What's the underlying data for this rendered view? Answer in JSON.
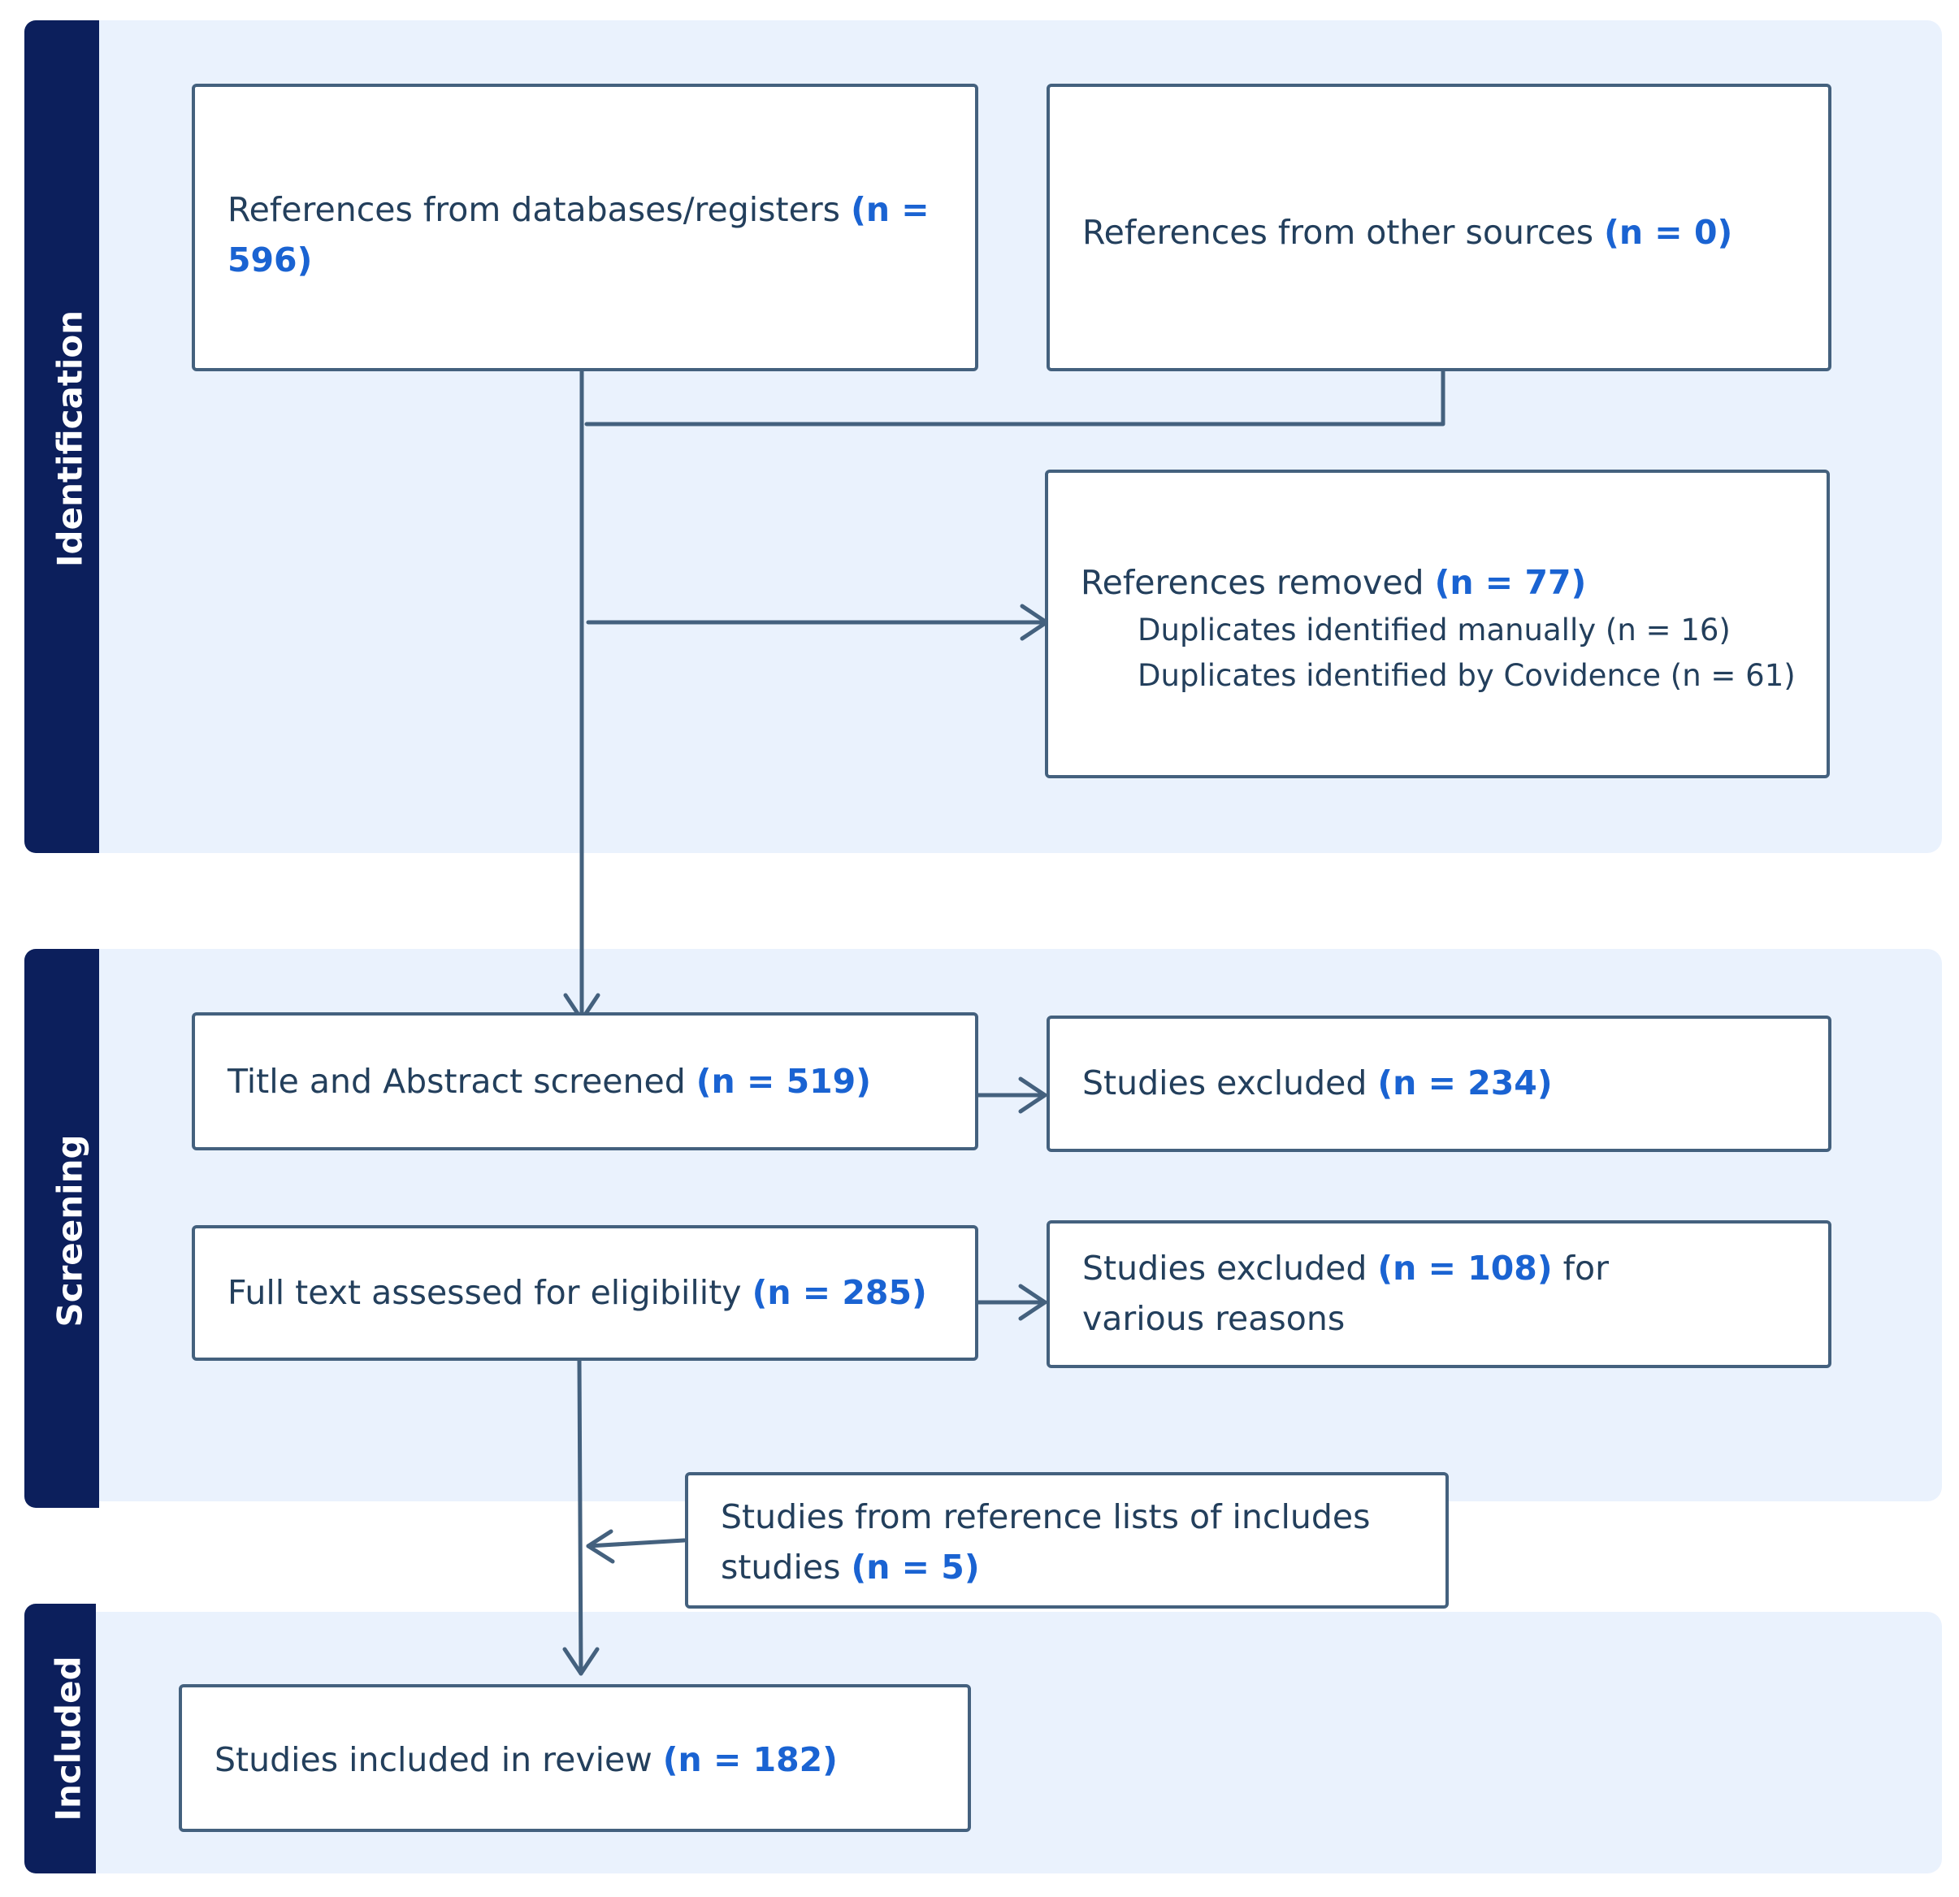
{
  "phases": {
    "identification": "Identification",
    "screening": "Screening",
    "included": "Included"
  },
  "boxes": {
    "databases": {
      "text": "References from databases/registers ",
      "count": "(n = 596)"
    },
    "other_sources": {
      "text": "References from other sources ",
      "count": "(n = 0)"
    },
    "removed": {
      "text": "References removed ",
      "count": "(n = 77)",
      "details": [
        "Duplicates identified manually (n = 16)",
        "Duplicates identified by Covidence (n = 61)"
      ]
    },
    "title_abstract": {
      "text": "Title and Abstract screened ",
      "count": "(n = 519)"
    },
    "excluded_1": {
      "text": "Studies excluded ",
      "count": "(n = 234)"
    },
    "full_text": {
      "text": "Full text assessed for eligibility ",
      "count": "(n = 285)"
    },
    "excluded_2": {
      "text": "Studies excluded ",
      "count": "(n = 108)",
      "suffix": " for various reasons"
    },
    "reference_lists": {
      "text": "Studies from reference lists of includes studies ",
      "count": "(n = 5)"
    },
    "included": {
      "text": "Studies included in review ",
      "count": "(n = 182)"
    }
  },
  "colors": {
    "band": "#eaf2fd",
    "label_bar": "#0c1f5c",
    "box_border": "#44617e",
    "text": "#233f5c",
    "count_highlight": "#1a63d2"
  }
}
